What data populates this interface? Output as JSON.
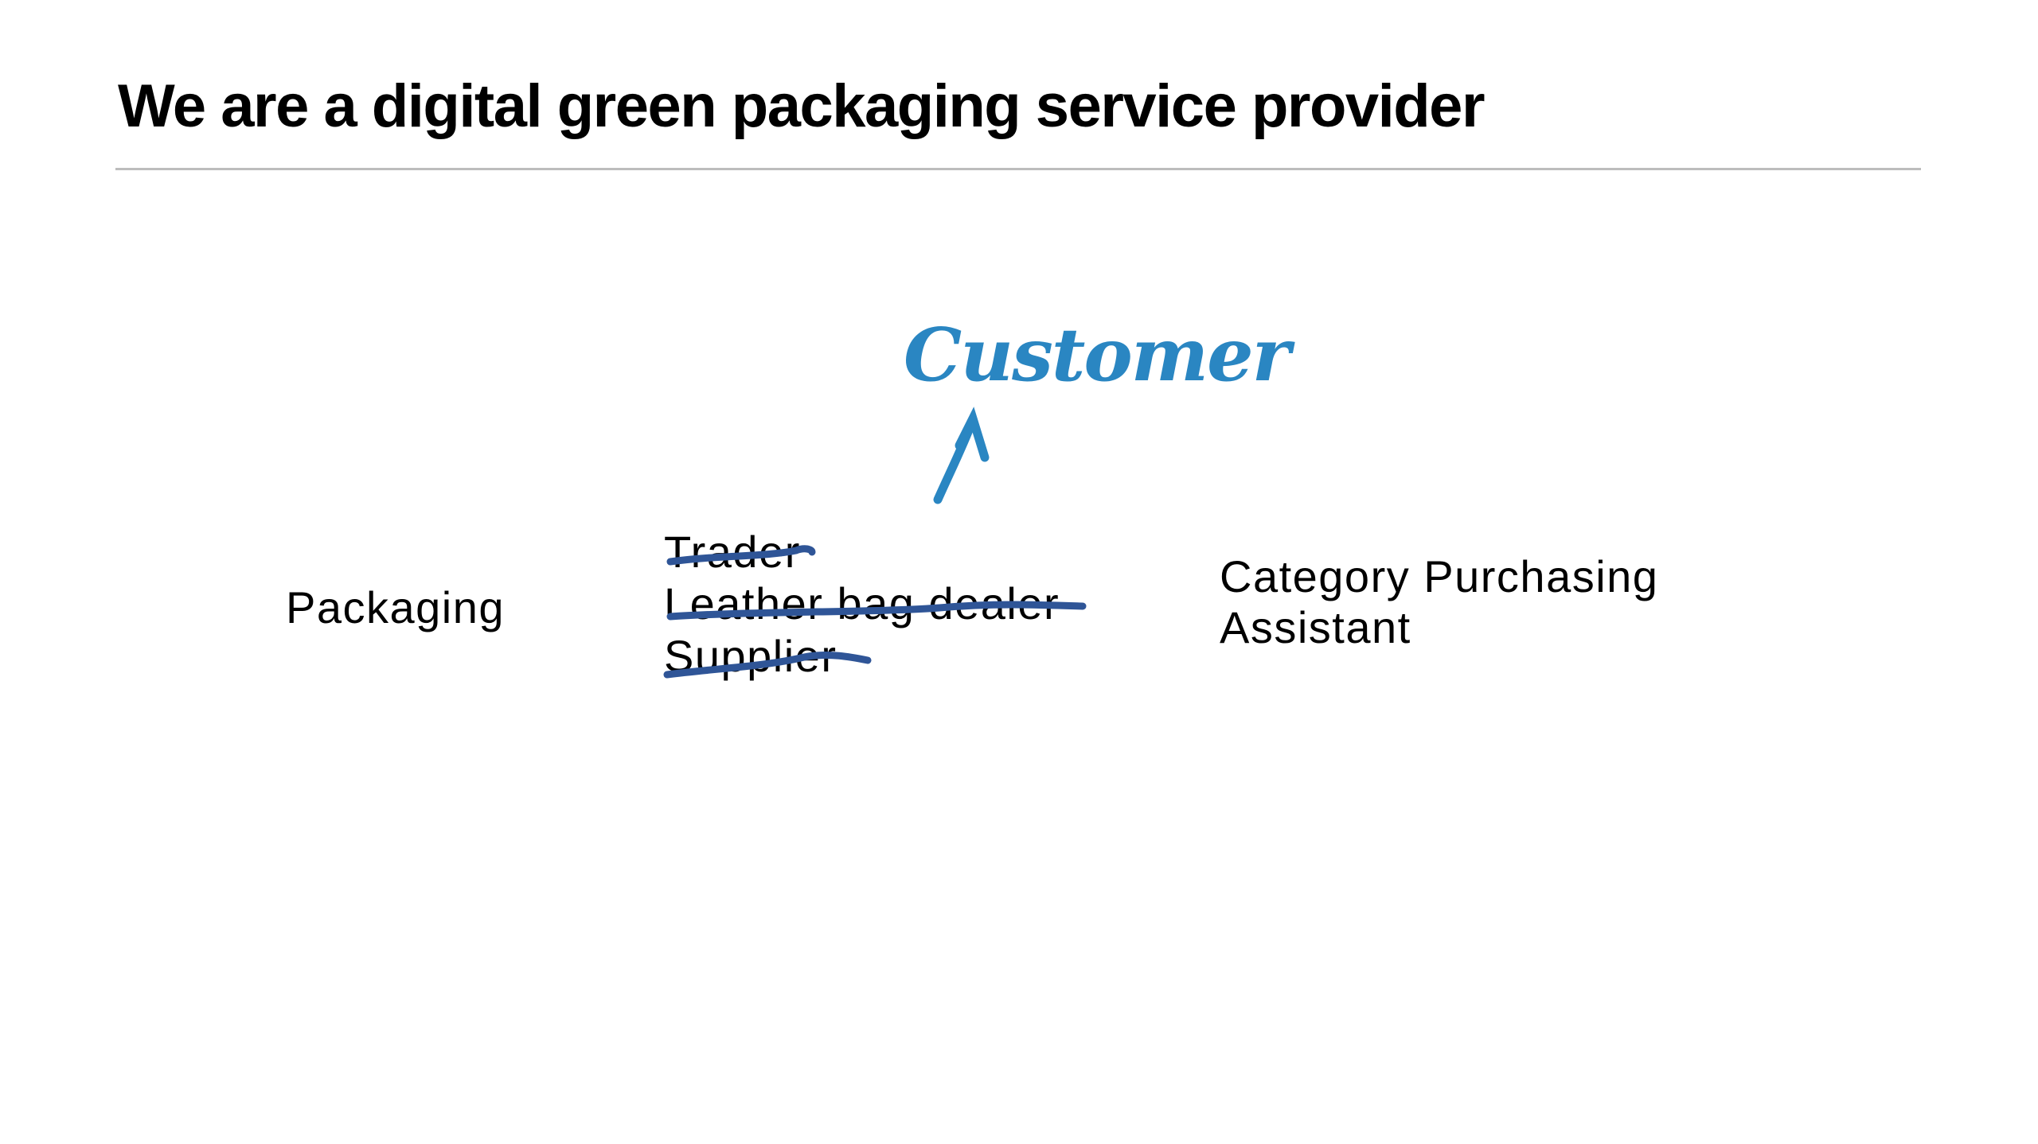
{
  "slide": {
    "title": "We are a digital green packaging service provider",
    "customer_label": "Customer",
    "left_label": "Packaging",
    "struck_items": [
      "Trader",
      "Leather bag dealer",
      "Supplier"
    ],
    "right_label_lines": [
      "Category Purchasing",
      "Assistant"
    ]
  },
  "colors": {
    "customer": "#2a86c2",
    "strike": "#2f5597",
    "rule": "#bdbdbd"
  }
}
